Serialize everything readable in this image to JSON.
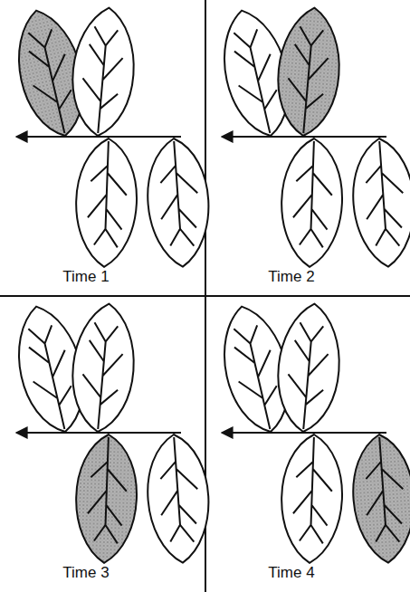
{
  "diagram": {
    "labels": [
      "Time 1",
      "Time 2",
      "Time 3",
      "Time 4"
    ]
  }
}
